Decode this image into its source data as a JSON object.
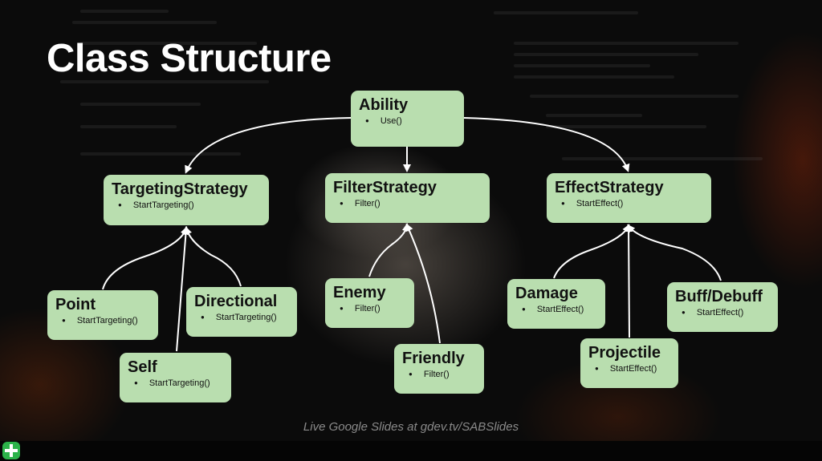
{
  "slide": {
    "title": "Class Structure",
    "footer": "Live Google Slides at gdev.tv/SABSlides"
  },
  "nodes": {
    "ability": {
      "name": "Ability",
      "method": "Use()"
    },
    "targeting_strategy": {
      "name": "TargetingStrategy",
      "method": "StartTargeting()"
    },
    "filter_strategy": {
      "name": "FilterStrategy",
      "method": "Filter()"
    },
    "effect_strategy": {
      "name": "EffectStrategy",
      "method": "StartEffect()"
    },
    "point": {
      "name": "Point",
      "method": "StartTargeting()"
    },
    "directional": {
      "name": "Directional",
      "method": "StartTargeting()"
    },
    "self": {
      "name": "Self",
      "method": "StartTargeting()"
    },
    "enemy": {
      "name": "Enemy",
      "method": "Filter()"
    },
    "friendly": {
      "name": "Friendly",
      "method": "Filter()"
    },
    "damage": {
      "name": "Damage",
      "method": "StartEffect()"
    },
    "buff_debuff": {
      "name": "Buff/Debuff",
      "method": "StartEffect()"
    },
    "projectile": {
      "name": "Projectile",
      "method": "StartEffect()"
    }
  },
  "colors": {
    "node_fill": "#b9deaf",
    "connector": "#ffffff",
    "title": "#ffffff",
    "footer": "#8a8a8a",
    "logo": "#2cb34a"
  },
  "icons": {
    "logo": "plus-badge-icon"
  }
}
